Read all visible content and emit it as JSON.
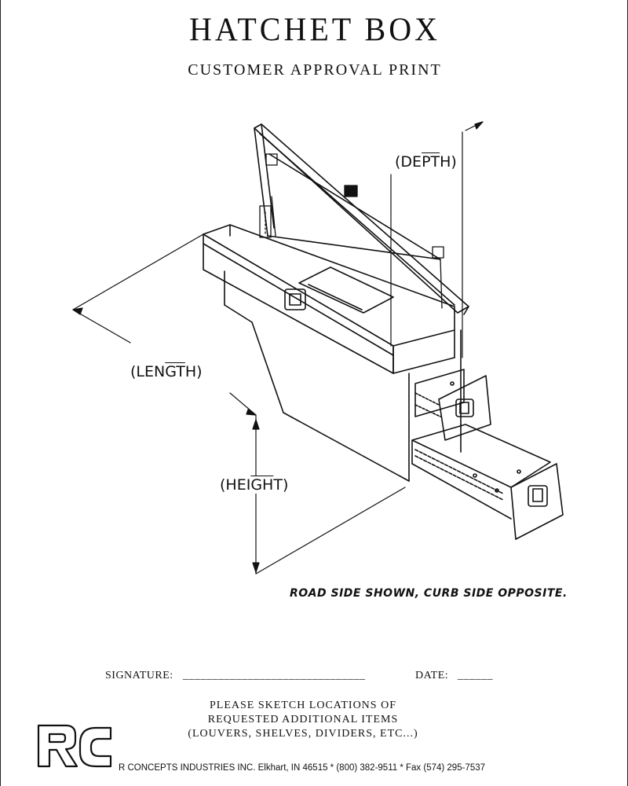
{
  "header": {
    "title": "HATCHET BOX",
    "subtitle": "CUSTOMER APPROVAL PRINT"
  },
  "dimensions": {
    "depth": {
      "open": "(",
      "pre": "DE",
      "bar": "PT",
      "post": "H)"
    },
    "length": {
      "open": "(",
      "pre": "LEN",
      "bar": "GT",
      "post": "H)"
    },
    "height": {
      "open": "(",
      "pre": "HEI",
      "bar": "GH",
      "post": "T)"
    }
  },
  "note": "ROAD SIDE SHOWN, CURB SIDE OPPOSITE.",
  "approval": {
    "signature_label": "SIGNATURE:",
    "signature_line": "_______________________________",
    "date_label": "DATE:",
    "date_line": "______"
  },
  "instructions": [
    "PLEASE SKETCH LOCATIONS OF",
    "REQUESTED ADDITIONAL ITEMS",
    "(LOUVERS, SHELVES, DIVIDERS, ETC...)"
  ],
  "footer": {
    "logo_text": "RC",
    "company_info": "R CONCEPTS INDUSTRIES INC. Elkhart, IN 46515 * (800) 382-9511 * Fax (574) 295-7537"
  }
}
